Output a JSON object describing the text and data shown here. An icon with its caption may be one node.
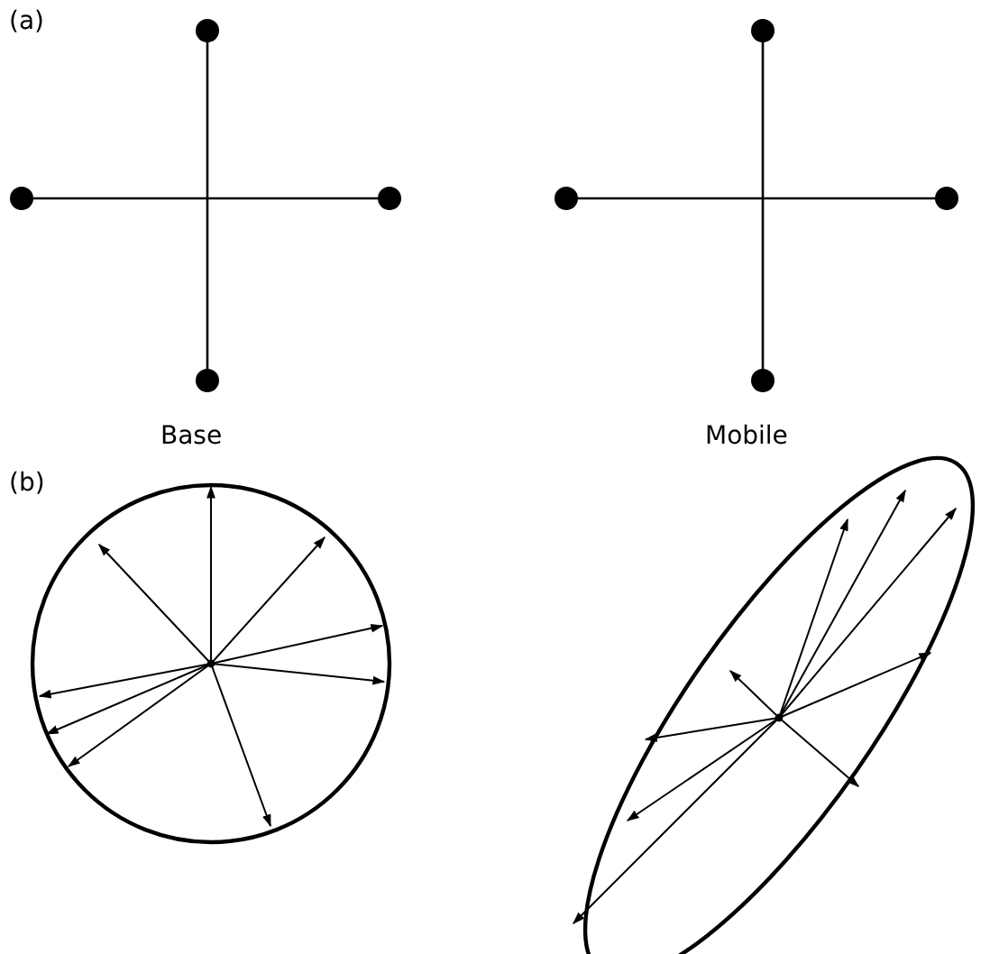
{
  "diagram": {
    "labels": [
      "(a)",
      "Base",
      "Mobile",
      "(b)"
    ]
  }
}
